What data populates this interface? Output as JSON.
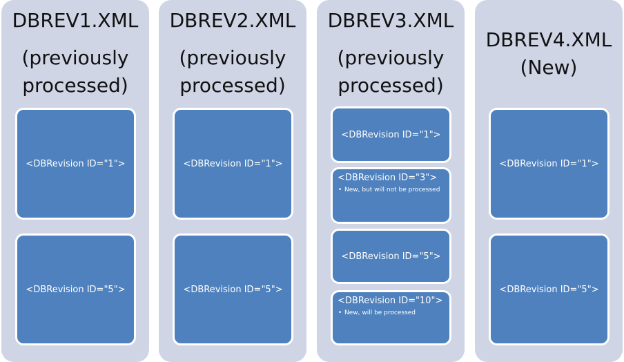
{
  "columns": [
    {
      "title": "DBREV1.XML",
      "subtitle": "(previously processed)",
      "boxes": [
        {
          "title": "<DBRevision ID=\"1\">"
        },
        {
          "title": "<DBRevision ID=\"5\">"
        }
      ]
    },
    {
      "title": "DBREV2.XML",
      "subtitle": "(previously processed)",
      "boxes": [
        {
          "title": "<DBRevision ID=\"1\">"
        },
        {
          "title": "<DBRevision ID=\"5\">"
        }
      ]
    },
    {
      "title": "DBREV3.XML",
      "subtitle": "(previously processed)",
      "boxes": [
        {
          "title": "<DBRevision ID=\"1\">"
        },
        {
          "title": "<DBRevision ID=\"3\">",
          "note": "New, but will not be processed"
        },
        {
          "title": "<DBRevision ID=\"5\">"
        },
        {
          "title": "<DBRevision ID=\"10\">",
          "note": "New, will be processed"
        }
      ]
    },
    {
      "title": "DBREV4.XML",
      "subtitle": "(New)",
      "boxes": [
        {
          "title": "<DBRevision ID=\"1\">"
        },
        {
          "title": "<DBRevision ID=\"5\">"
        }
      ]
    }
  ],
  "bullet_glyph": "•"
}
